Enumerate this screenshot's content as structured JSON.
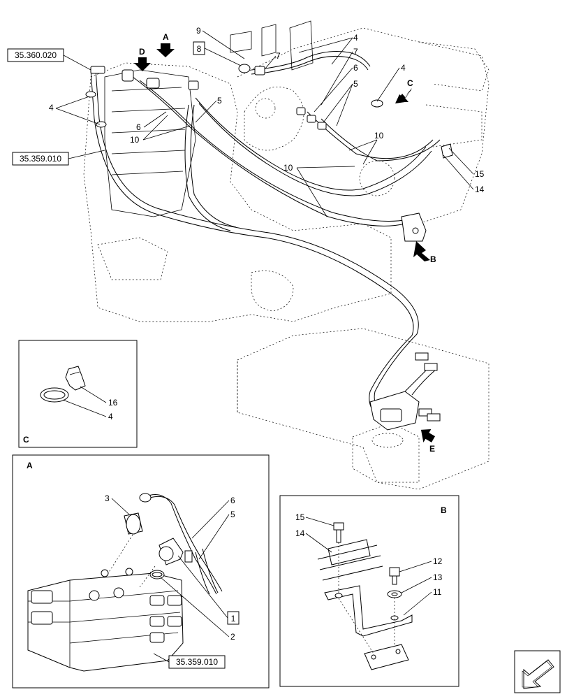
{
  "reference_boxes": {
    "ref_360_020": "35.360.020",
    "ref_359_010_main": "35.359.010",
    "ref_359_010_detail": "35.359.010"
  },
  "main_labels": {
    "n9": "9",
    "n8": "8",
    "n7a": "7",
    "n4_top": "4",
    "n7b": "7",
    "n6_right": "6",
    "n5_right": "5",
    "n4_right": "4",
    "n10_right": "10",
    "n15": "15",
    "n14": "14",
    "n10_mid": "10",
    "n4_left": "4",
    "n6_left": "6",
    "n5_left": "5",
    "n10_left": "10"
  },
  "arrows": {
    "A": "A",
    "D": "D",
    "C": "C",
    "B": "B",
    "E": "E"
  },
  "detail_C": {
    "title": "C",
    "n16": "16",
    "n4": "4"
  },
  "detail_A": {
    "title": "A",
    "n3": "3",
    "n6": "6",
    "n5": "5",
    "n1": "1",
    "n2": "2"
  },
  "detail_B": {
    "title": "B",
    "n15": "15",
    "n14": "14",
    "n12": "12",
    "n13": "13",
    "n11": "11"
  },
  "nav_icon": "direction-arrow-icon"
}
